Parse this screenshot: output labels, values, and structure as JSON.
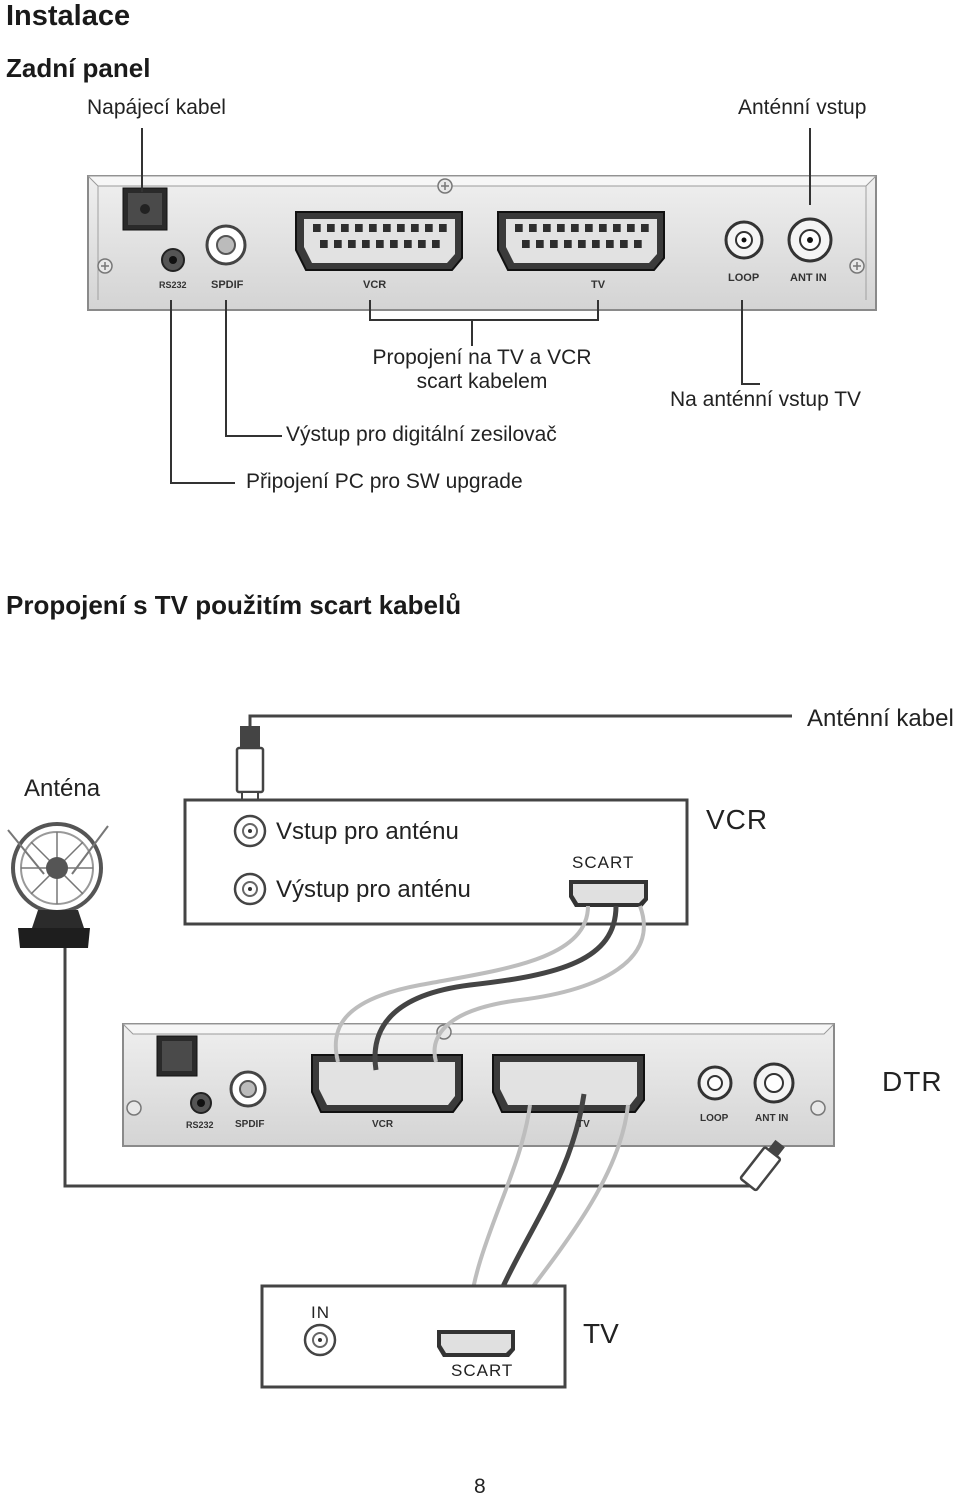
{
  "page_title": "Instalace",
  "rear_panel": {
    "heading": "Zadní panel",
    "labels": {
      "power_cable": "Napájecí kabel",
      "antenna_input": "Anténní vstup",
      "scart_connection_line1": "Propojení na TV a VCR",
      "scart_connection_line2": "scart kabelem",
      "tv_antenna_input": "Na anténní vstup TV",
      "digital_amp_output": "Výstup pro digitální zesilovač",
      "pc_connection": "Připojení PC pro SW upgrade"
    },
    "port_labels": {
      "rs232": "RS232",
      "spdif": "SPDIF",
      "vcr": "VCR",
      "tv": "TV",
      "loop": "LOOP",
      "ant_in": "ANT IN"
    }
  },
  "scart_section": {
    "heading": "Propojení s TV použitím scart kabelů",
    "labels": {
      "antenna_cable": "Anténní kabel",
      "antenna": "Anténa",
      "antenna_in": "Vstup pro anténu",
      "antenna_out": "Výstup pro anténu",
      "vcr_scart": "SCART",
      "vcr": "VCR",
      "dtr": "DTR",
      "tv_in": "IN",
      "tv_scart": "SCART",
      "tv": "TV"
    }
  },
  "page_number": "8"
}
